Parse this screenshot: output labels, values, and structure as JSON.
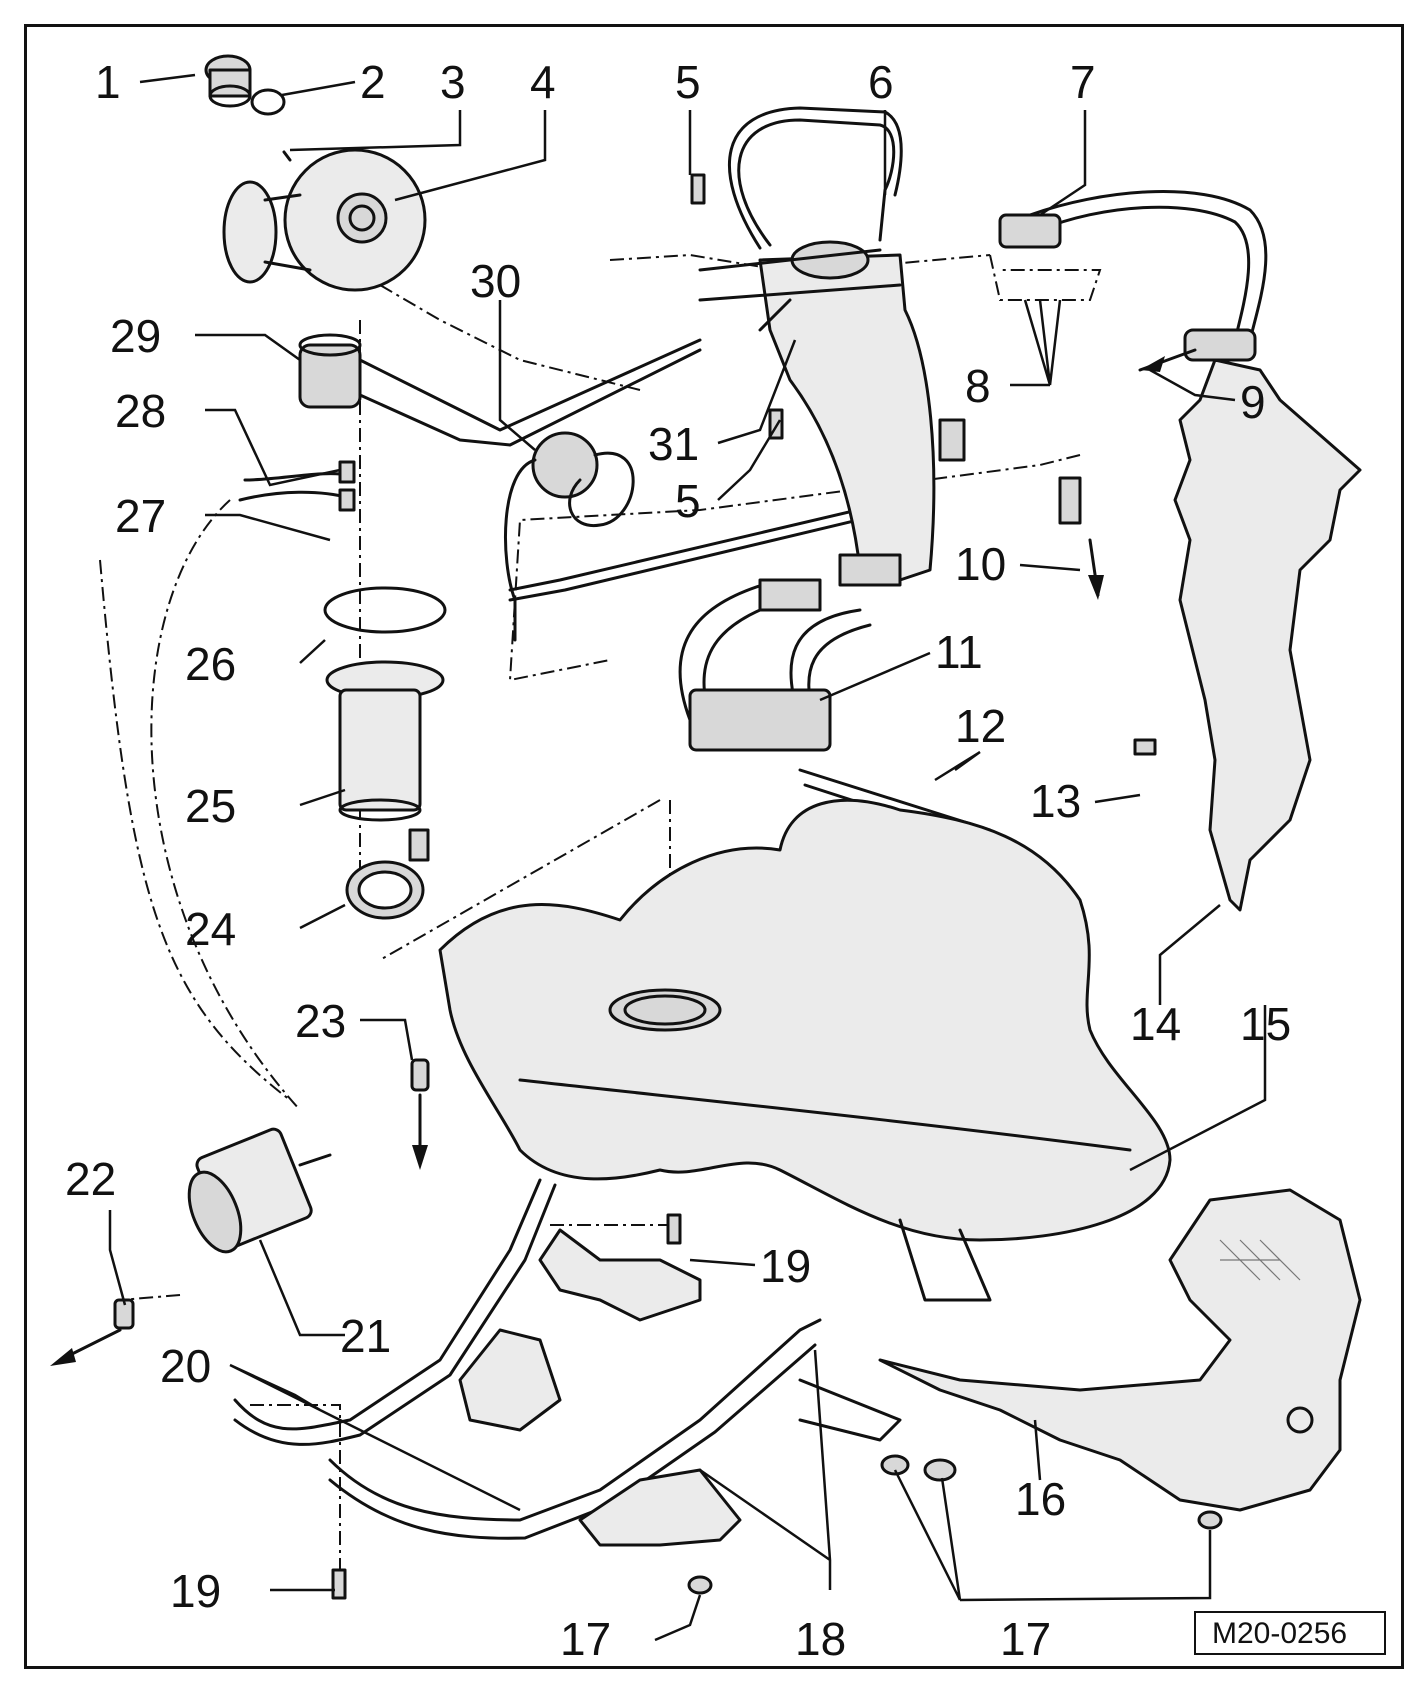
{
  "diagram": {
    "callouts": [
      "1",
      "2",
      "3",
      "4",
      "5",
      "6",
      "7",
      "8",
      "9",
      "10",
      "11",
      "12",
      "13",
      "14",
      "15",
      "16",
      "17",
      "18",
      "19",
      "20",
      "21",
      "22",
      "23",
      "24",
      "25",
      "26",
      "27",
      "28",
      "29",
      "30",
      "31"
    ],
    "figure_code": "M20-0256"
  }
}
